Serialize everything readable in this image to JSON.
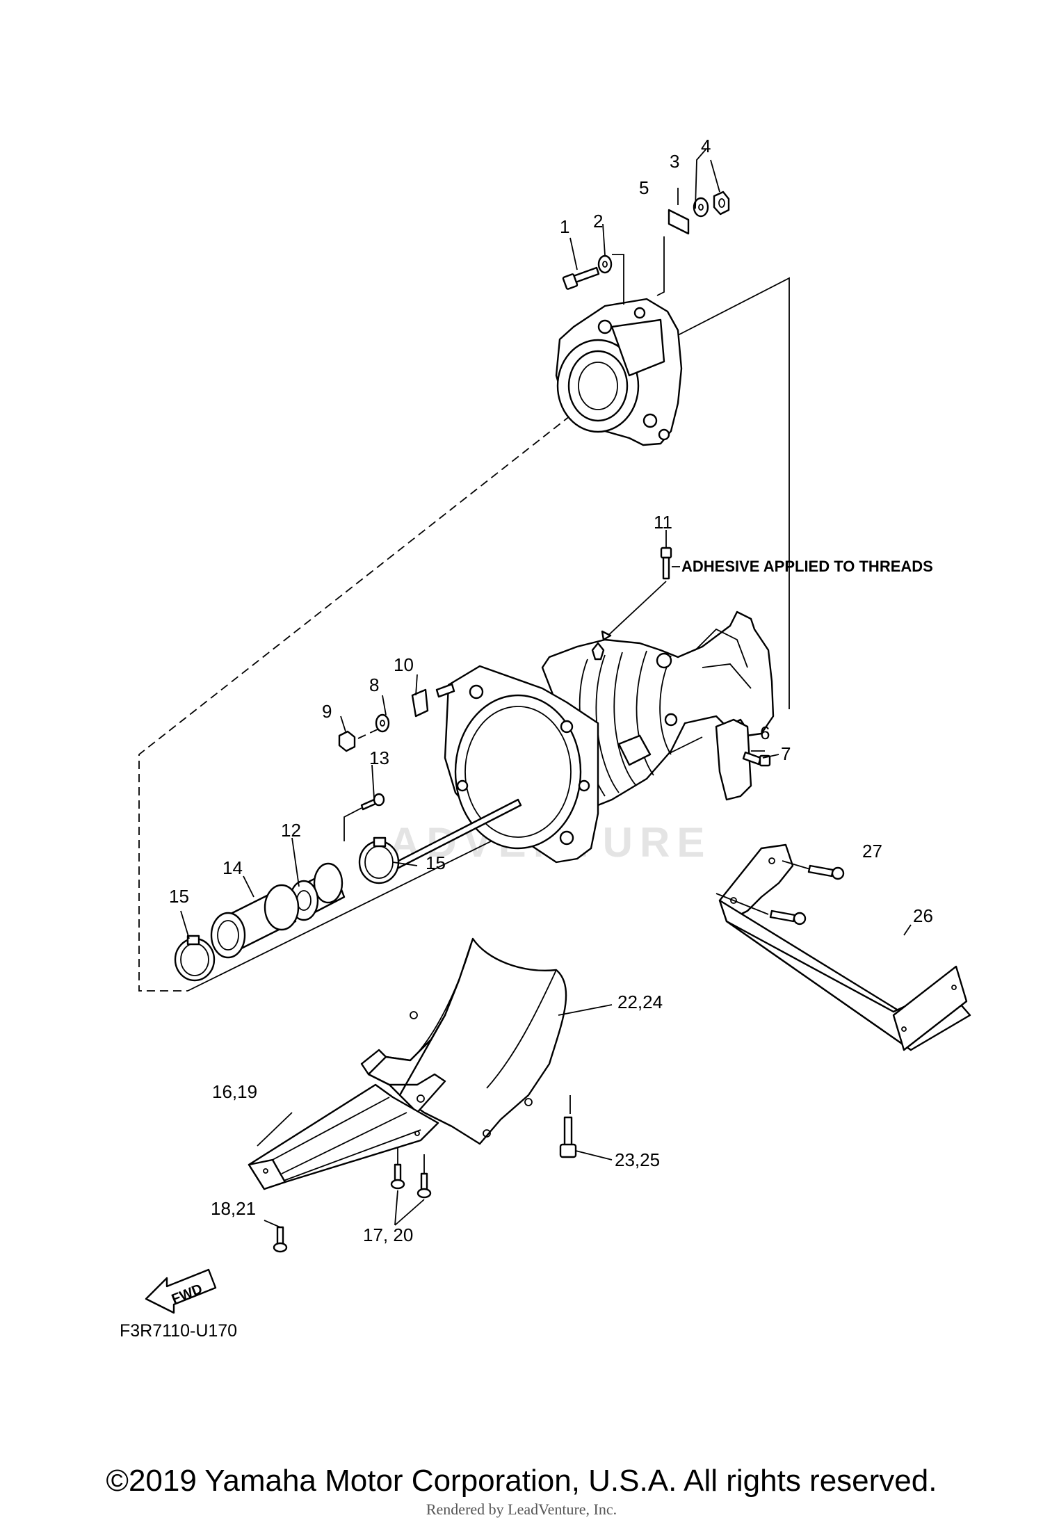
{
  "callouts": [
    "1",
    "2",
    "3",
    "4",
    "5",
    "6",
    "7",
    "8",
    "9",
    "10",
    "11",
    "12",
    "13",
    "14",
    "15",
    "15",
    "16,19",
    "17, 20",
    "18,21",
    "22,24",
    "23,25",
    "26",
    "27"
  ],
  "note": "ADHESIVE APPLIED TO THREADS",
  "fwd_label": "FWD",
  "figure_code": "F3R7110-U170",
  "watermark": "ADVENTURE",
  "copyright": "©2019 Yamaha Motor Corporation, U.S.A. All rights reserved.",
  "rendered_by": "Rendered by LeadVenture, Inc."
}
